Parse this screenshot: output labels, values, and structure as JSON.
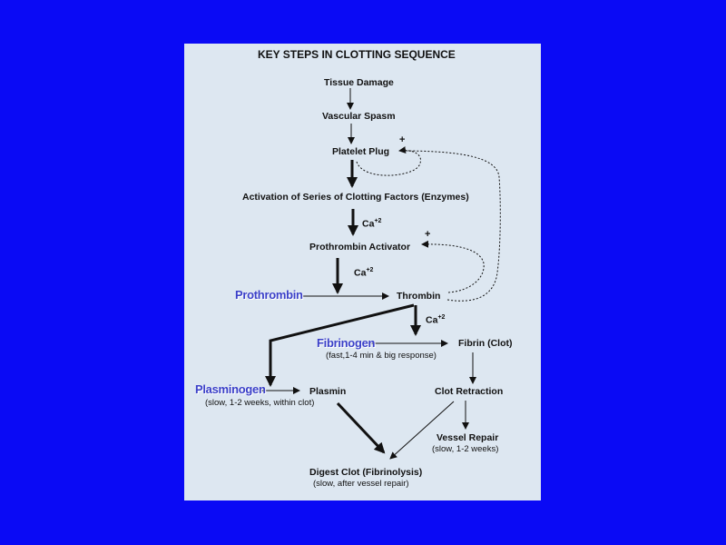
{
  "title": "KEY STEPS IN CLOTTING SEQUENCE",
  "steps": {
    "tissue_damage": "Tissue Damage",
    "vascular_spasm": "Vascular Spasm",
    "platelet_plug": "Platelet Plug",
    "clotting_factors": "Activation of Series of Clotting Factors (Enzymes)",
    "prothrombin_activator": "Prothrombin Activator",
    "prothrombin": "Prothrombin",
    "thrombin": "Thrombin",
    "fibrinogen": "Fibrinogen",
    "fibrin": "Fibrin (Clot)",
    "fibrinogen_note": "(fast,1-4 min & big response)",
    "plasminogen": "Plasminogen",
    "plasmin": "Plasmin",
    "plasminogen_note": "(slow, 1-2 weeks, within clot)",
    "clot_retraction": "Clot Retraction",
    "vessel_repair": "Vessel Repair",
    "vessel_repair_note": "(slow, 1-2 weeks)",
    "digest_clot": "Digest Clot (Fibrinolysis)",
    "digest_clot_note": "(slow, after vessel repair)"
  },
  "cofactor": {
    "label": "Ca",
    "superscript": "+2"
  },
  "feedback_sign": "+",
  "colors": {
    "background": "#0a0af5",
    "paper": "#dde7f1",
    "ink": "#111111",
    "highlight_text": "#3a40c8"
  }
}
